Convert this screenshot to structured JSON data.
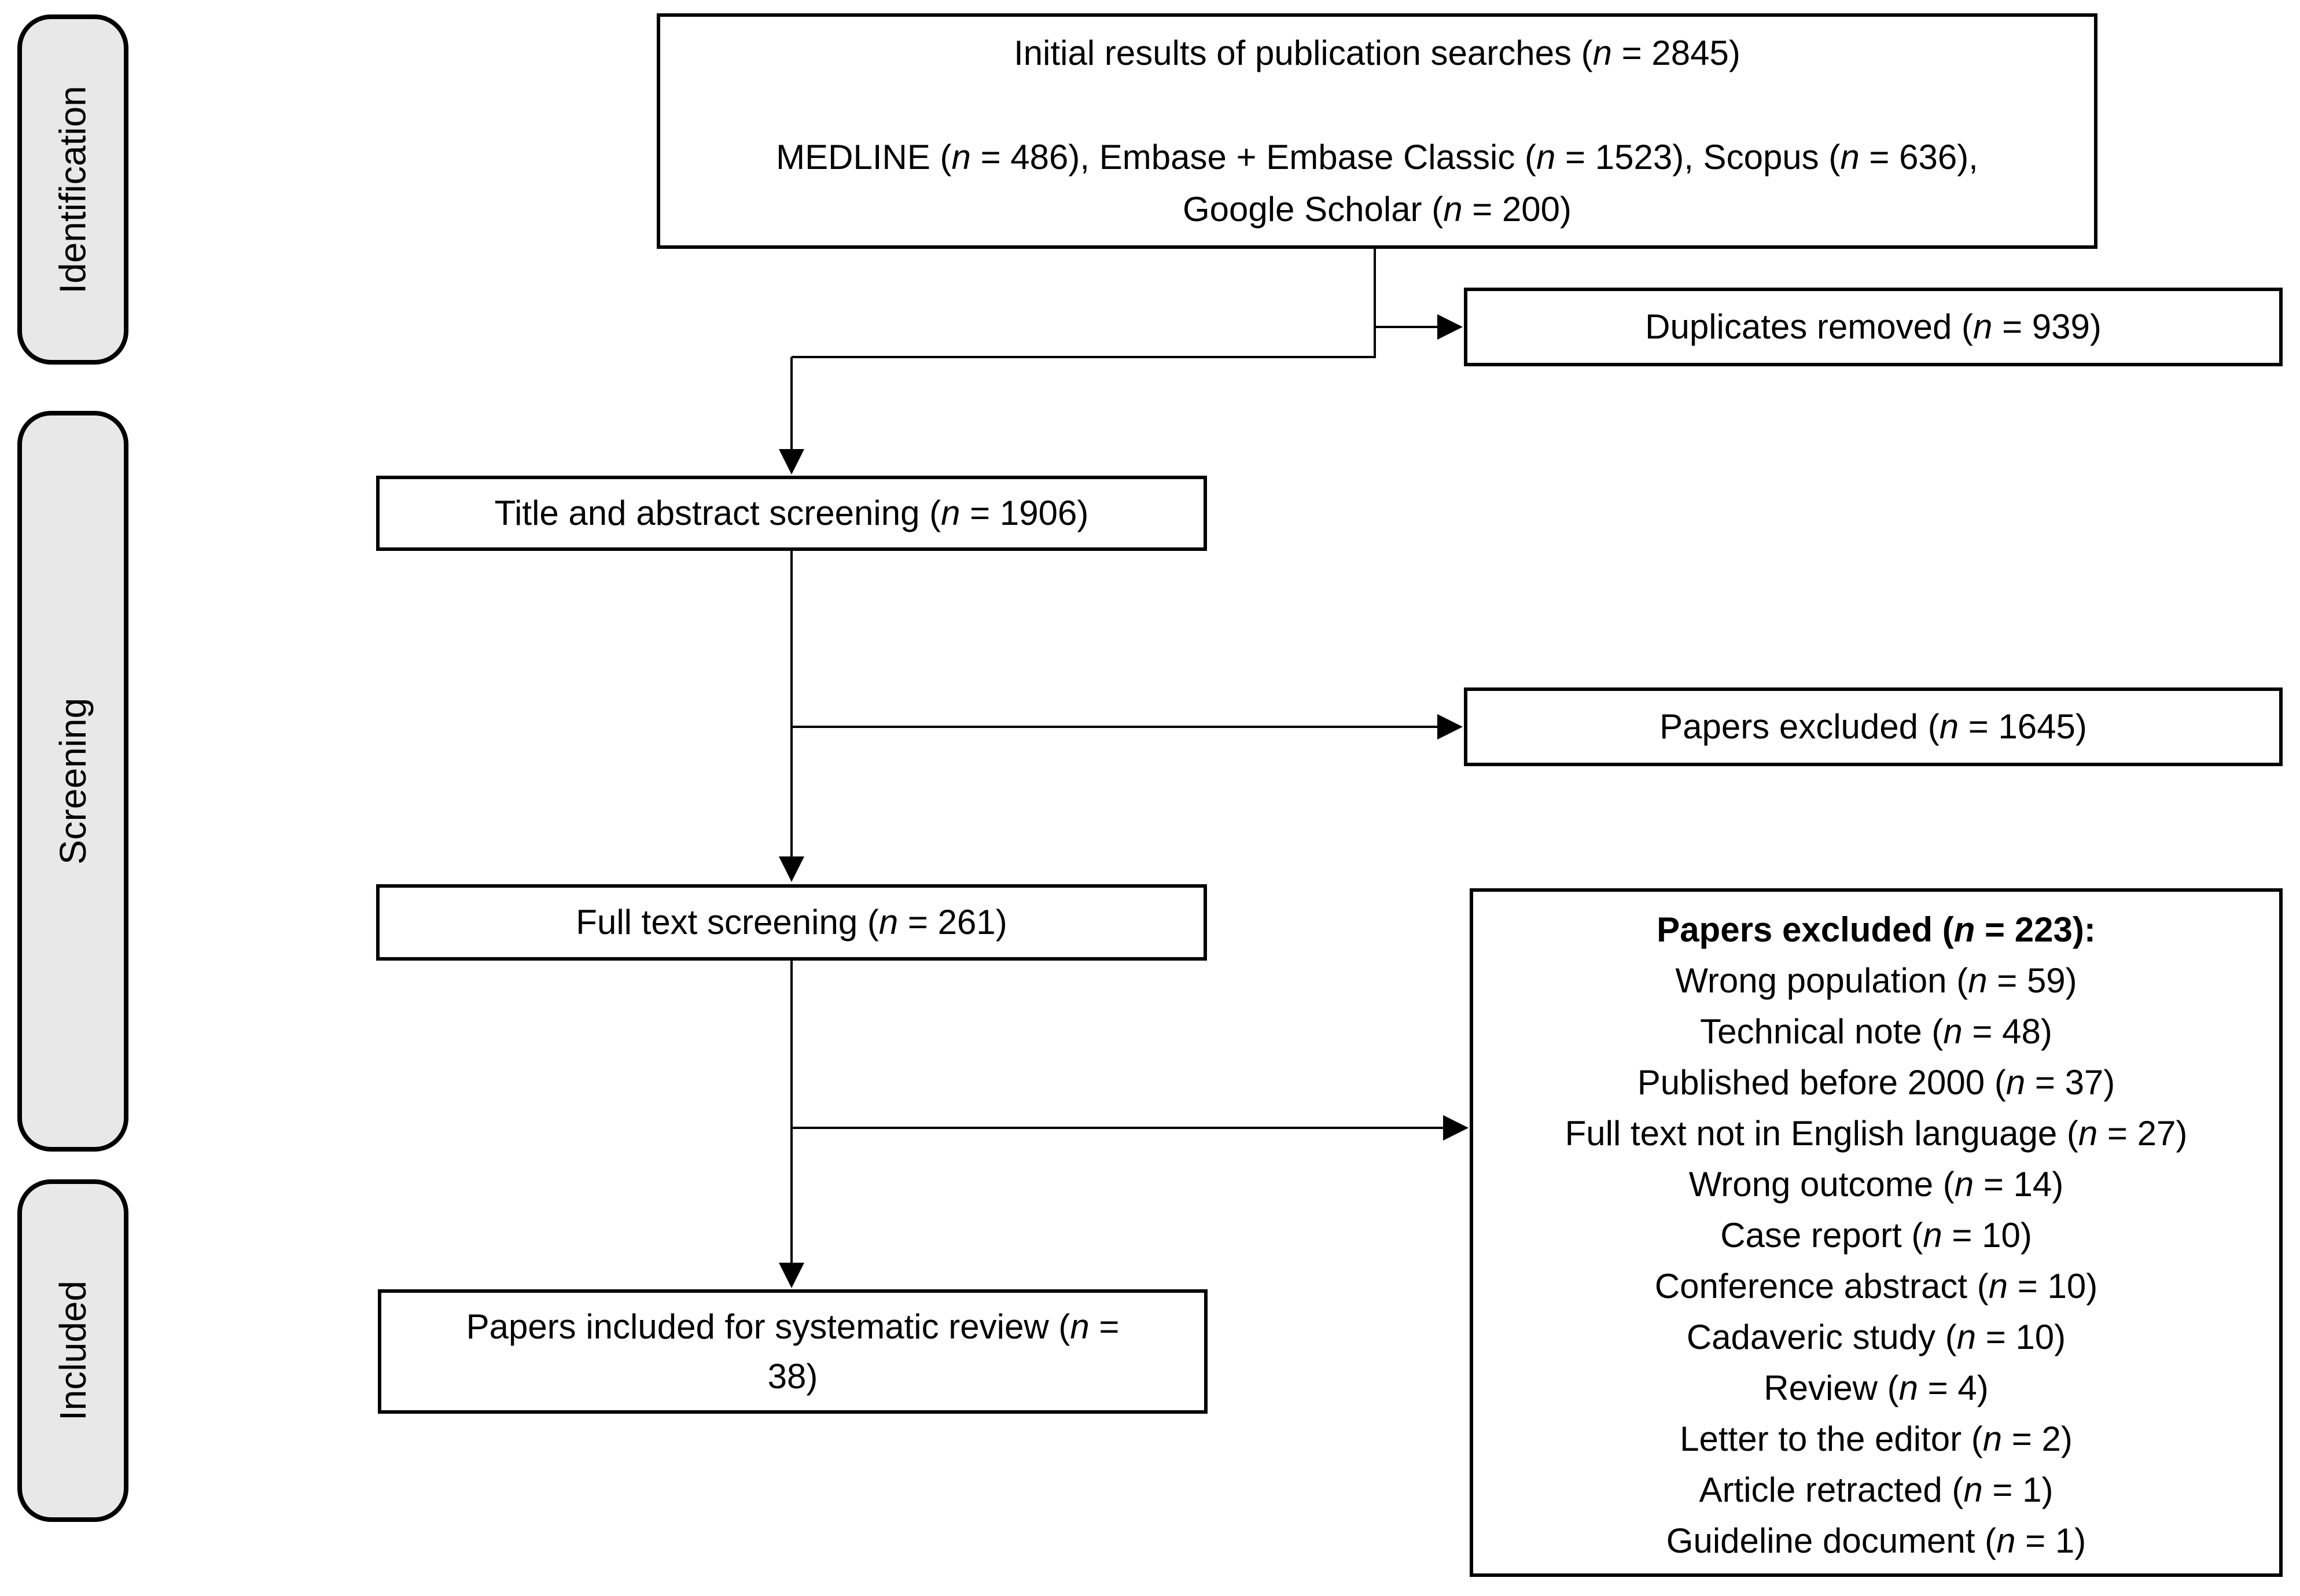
{
  "stages": [
    {
      "label": "Identification"
    },
    {
      "label": "Screening"
    },
    {
      "label": "Included"
    }
  ],
  "boxes": {
    "initial": {
      "title": "Initial results of publication searches (n = 2845)",
      "sources_line1": "MEDLINE (n = 486), Embase + Embase Classic (n = 1523), Scopus (n = 636),",
      "sources_line2": "Google Scholar (n = 200)"
    },
    "duplicates": {
      "label": "Duplicates removed (n = 939)"
    },
    "title_abstract": {
      "label": "Title and abstract screening (n = 1906)"
    },
    "papers_excluded": {
      "label": "Papers excluded (n = 1645)"
    },
    "full_text": {
      "label": "Full text screening (n = 261)"
    },
    "full_text_excluded": {
      "title": "Papers excluded (n = 223):",
      "reasons": [
        "Wrong population (n = 59)",
        "Technical note (n = 48)",
        "Published before 2000 (n = 37)",
        "Full text not in English language (n = 27)",
        "Wrong outcome (n = 14)",
        "Case report (n = 10)",
        "Conference abstract (n = 10)",
        "Cadaveric study (n = 10)",
        "Review (n = 4)",
        "Letter to the editor (n = 2)",
        "Article retracted (n = 1)",
        "Guideline document (n = 1)"
      ]
    },
    "included": {
      "line1": "Papers included for systematic review (n =",
      "line2": "38)"
    }
  },
  "colors": {
    "background": "#ffffff",
    "box_border": "#000000",
    "stage_fill": "#e8e8e8",
    "line": "#000000",
    "text": "#000000"
  }
}
